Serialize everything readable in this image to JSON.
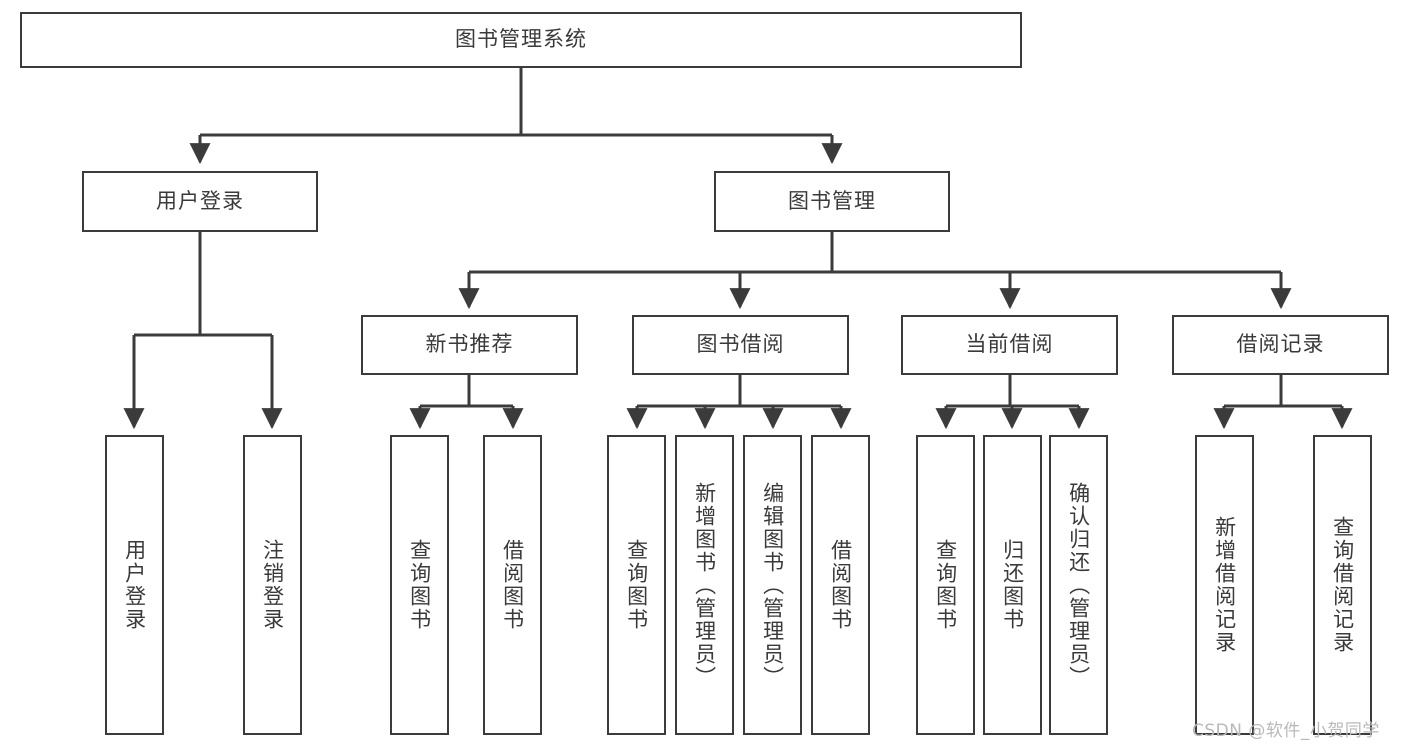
{
  "diagram": {
    "title_node": {
      "label": "图书管理系统"
    },
    "level2": [
      {
        "label": "用户登录"
      },
      {
        "label": "图书管理"
      }
    ],
    "level3": [
      {
        "label": "新书推荐"
      },
      {
        "label": "图书借阅"
      },
      {
        "label": "当前借阅"
      },
      {
        "label": "借阅记录"
      }
    ],
    "leaves": {
      "user_login": [
        {
          "label": "用户登录"
        },
        {
          "label": "注销登录"
        }
      ],
      "new_book_recommend": [
        {
          "label": "查询图书"
        },
        {
          "label": "借阅图书"
        }
      ],
      "book_borrow": [
        {
          "label": "查询图书"
        },
        {
          "label": "新增图书（管理员）"
        },
        {
          "label": "编辑图书（管理员）"
        },
        {
          "label": "借阅图书"
        }
      ],
      "current_borrow": [
        {
          "label": "查询图书"
        },
        {
          "label": "归还图书"
        },
        {
          "label": "确认归还（管理员）"
        }
      ],
      "borrow_record": [
        {
          "label": "新增借阅记录"
        },
        {
          "label": "查询借阅记录"
        }
      ]
    }
  },
  "watermark": {
    "text": "CSDN @软件_小贺同学"
  },
  "colors": {
    "stroke": "#3b3b3b",
    "text": "#3a3a3a",
    "background": "#ffffff",
    "watermark": "#b9b9b9"
  }
}
